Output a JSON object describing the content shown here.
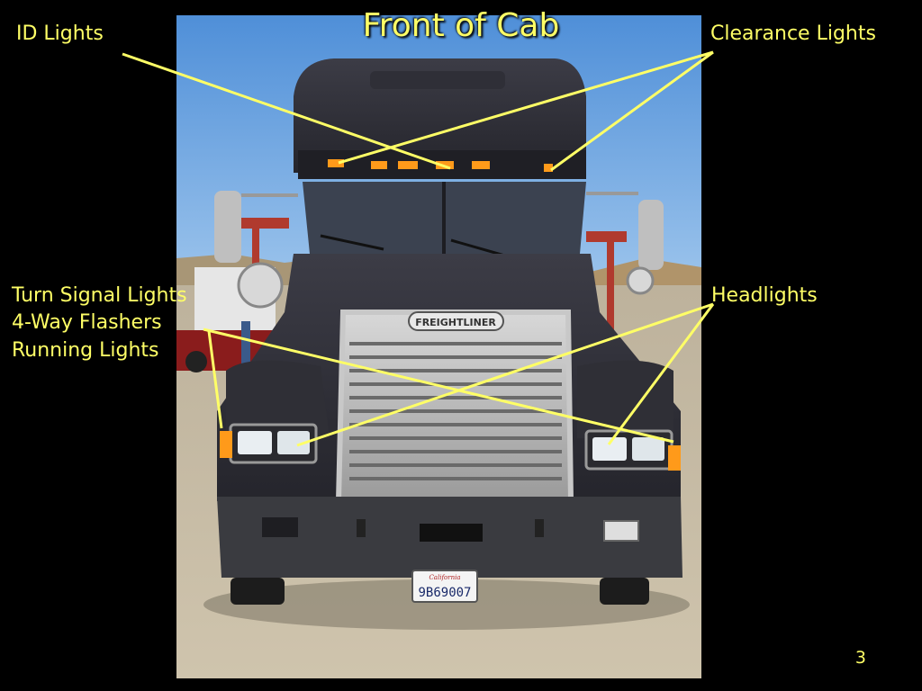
{
  "slide": {
    "title": "Front of Cab",
    "page_number": "3",
    "accent_color": "#ffff66",
    "background_color": "#000000"
  },
  "labels": {
    "id_lights": "ID Lights",
    "clearance_lights": "Clearance Lights",
    "turn_signal_lights": "Turn Signal Lights",
    "four_way_flashers": "4-Way Flashers",
    "running_lights": "Running Lights",
    "headlights": "Headlights"
  },
  "photo": {
    "brand_badge": "FREIGHTLINER",
    "license_plate": "9B69007",
    "plate_state": "California"
  }
}
